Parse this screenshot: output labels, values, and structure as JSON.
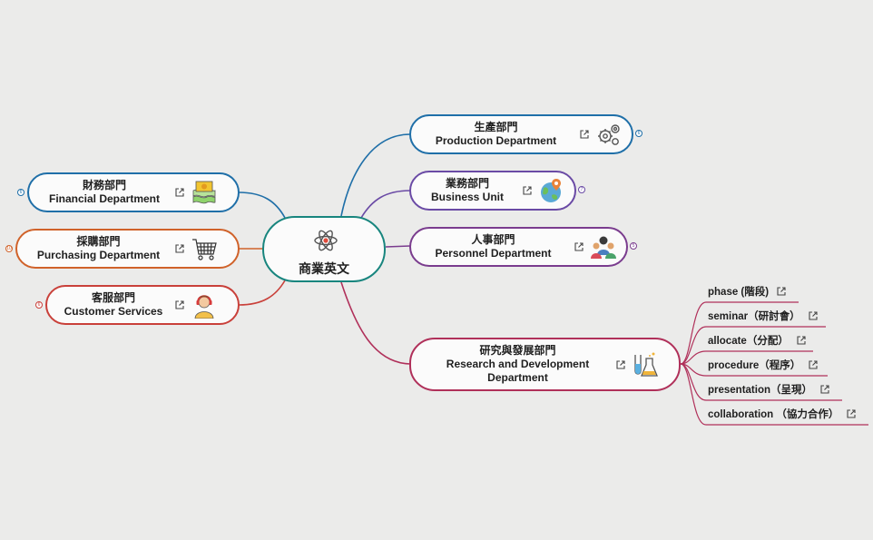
{
  "colors": {
    "center": "#18857e",
    "production": "#1f6fa8",
    "business": "#6a4aa5",
    "personnel": "#7a3c8e",
    "rnd": "#b0305a",
    "financial": "#1f6fa8",
    "purchasing": "#d0622a",
    "customer": "#c9403a"
  },
  "center": {
    "title": "商業英文",
    "icon": "atom-icon"
  },
  "branches": {
    "production": {
      "zh": "生產部門",
      "en": "Production Department",
      "icon": "gears-icon",
      "badge": "6"
    },
    "business": {
      "zh": "業務部門",
      "en": "Business Unit",
      "icon": "globe-pin-icon",
      "badge": "7"
    },
    "personnel": {
      "zh": "人事部門",
      "en": "Personnel Department",
      "icon": "people-icon",
      "badge": "5"
    },
    "rnd": {
      "zh": "研究與發展部門",
      "en1": "Research and Development",
      "en2": "Department",
      "icon": "flask-icon"
    },
    "financial": {
      "zh": "財務部門",
      "en": "Financial Department",
      "icon": "money-icon",
      "badge": "6"
    },
    "purchasing": {
      "zh": "採購部門",
      "en": "Purchasing Department",
      "icon": "cart-icon",
      "badge": "10"
    },
    "customer": {
      "zh": "客服部門",
      "en": "Customer Services",
      "icon": "headset-agent-icon",
      "badge": "6"
    }
  },
  "rnd_leaves": [
    {
      "label": "phase (階段)"
    },
    {
      "label": "seminar（研討會）"
    },
    {
      "label": "allocate（分配）"
    },
    {
      "label": "procedure（程序）"
    },
    {
      "label": "presentation（呈現）"
    },
    {
      "label": "collaboration （協力合作）"
    }
  ]
}
